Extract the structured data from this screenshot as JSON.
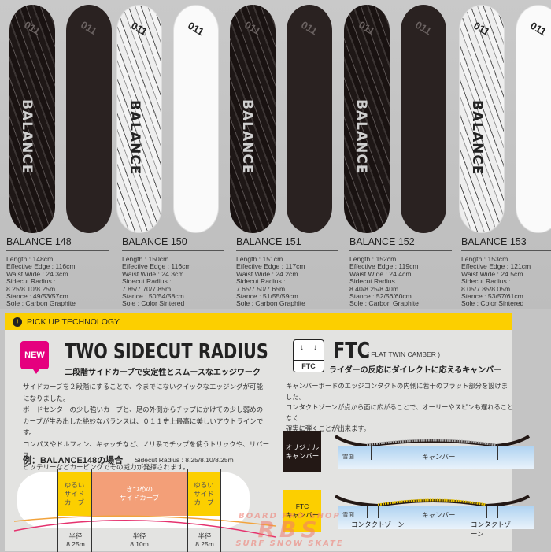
{
  "boards": [
    {
      "name": "BALANCE 148",
      "specs": [
        "Length : 148cm",
        "Effective Edge : 116cm",
        "Waist Wide : 24.3cm",
        "Sidecut Radius :",
        "8.25/8.10/8.25m",
        "Stance : 49/53/57cm",
        "Sole : Carbon Graphite"
      ],
      "top_color": "dark",
      "base_color": "dark"
    },
    {
      "name": "BALANCE 150",
      "specs": [
        "Length : 150cm",
        "Effective Edge : 116cm",
        "Waist Wide : 24.3cm",
        "Sidecut Radius :",
        "7.85/7.70/7.85m",
        "Stance : 50/54/58cm",
        "Sole : Color Sintered"
      ],
      "top_color": "light",
      "base_color": "light"
    },
    {
      "name": "BALANCE 151",
      "specs": [
        "Length : 151cm",
        "Effective Edge : 117cm",
        "Waist Wide : 24.2cm",
        "Sidecut Radius :",
        "7.65/7.50/7.65m",
        "Stance : 51/55/59cm",
        "Sole : Carbon Graphite"
      ],
      "top_color": "dark",
      "base_color": "dark"
    },
    {
      "name": "BALANCE 152",
      "specs": [
        "Length : 152cm",
        "Effective Edge : 119cm",
        "Waist Wide : 24.4cm",
        "Sidecut Radius :",
        "8.40/8.25/8.40m",
        "Stance : 52/56/60cm",
        "Sole : Carbon Graphite"
      ],
      "top_color": "dark",
      "base_color": "dark"
    },
    {
      "name": "BALANCE 153",
      "specs": [
        "Length : 153cm",
        "Effective Edge : 121cm",
        "Waist Wide : 24.5cm",
        "Sidecut Radius :",
        "8.05/7.85/8.05m",
        "Stance : 53/57/61cm",
        "Sole : Color Sintered"
      ],
      "top_color": "light",
      "base_color": "light"
    }
  ],
  "board_graphics": {
    "logo": "011",
    "topsheet_text": "BALANCE"
  },
  "tech": {
    "header": "PICK UP TECHNOLOGY",
    "header_icon": "exclamation-icon",
    "accent_color": "#fccf00",
    "sidecut": {
      "badge": "NEW",
      "badge_color": "#e5007e",
      "title": "TWO SIDECUT RADIUS",
      "subtitle": "二段階サイドカーブで安定性とスムースなエッジワーク",
      "body": [
        "サイドカーブを２段階にすることで、今までにないクイックなエッジングが可能",
        "になりました。",
        "ボードセンターの少し強いカーブと、足の外側からチップにかけての少し弱めの",
        "カーブが生み出した絶妙なバランスは、０１１史上最高に美しいアウトラインです。",
        "コンパスやドルフィン、キャッチなど、ノリ系でチップを使うトリックや、リバース、",
        "ビッテリーなどカービングでその威力が発揮されます。"
      ],
      "example_heading": "例：BALANCE148の場合",
      "example_radius": "Sidecut Radius : 8.25/8.10/8.25m",
      "zones": [
        {
          "label": "ゆるい\nサイド\nカーブ",
          "radius_label": "半径",
          "radius": "8.25m"
        },
        {
          "label": "きつめの\nサイドカーブ",
          "radius_label": "半径",
          "radius": "8.10m"
        },
        {
          "label": "ゆるい\nサイド\nカーブ",
          "radius_label": "半径",
          "radius": "8.25m"
        }
      ]
    },
    "ftc": {
      "icon_label": "FTC",
      "title": "FTC",
      "title_note": "( FLAT TWIN CAMBER )",
      "subtitle": "ライダーの反応にダイレクトに応えるキャンバー",
      "body": [
        "キャンバーボードのエッジコンタクトの内側に若干のフラット部分を設けました。",
        "コンタクトゾーンが点から面に広がることで、オーリーやスピンも遅れることなく",
        "確実に弾くことが出来ます。"
      ],
      "original": {
        "label": "オリジナル\nキャンバー",
        "snow": "雪面",
        "camber": "キャンバー"
      },
      "ftc_diagram": {
        "label": "FTC\nキャンバー",
        "snow": "雪面",
        "camber": "キャンバー",
        "contact_left": "コンタクトゾーン",
        "contact_right": "コンタクトゾーン"
      }
    }
  },
  "watermark": {
    "line1": "BOARD PRO SHOP",
    "line2": "RBS",
    "line3": "SURF SNOW SKATE"
  }
}
